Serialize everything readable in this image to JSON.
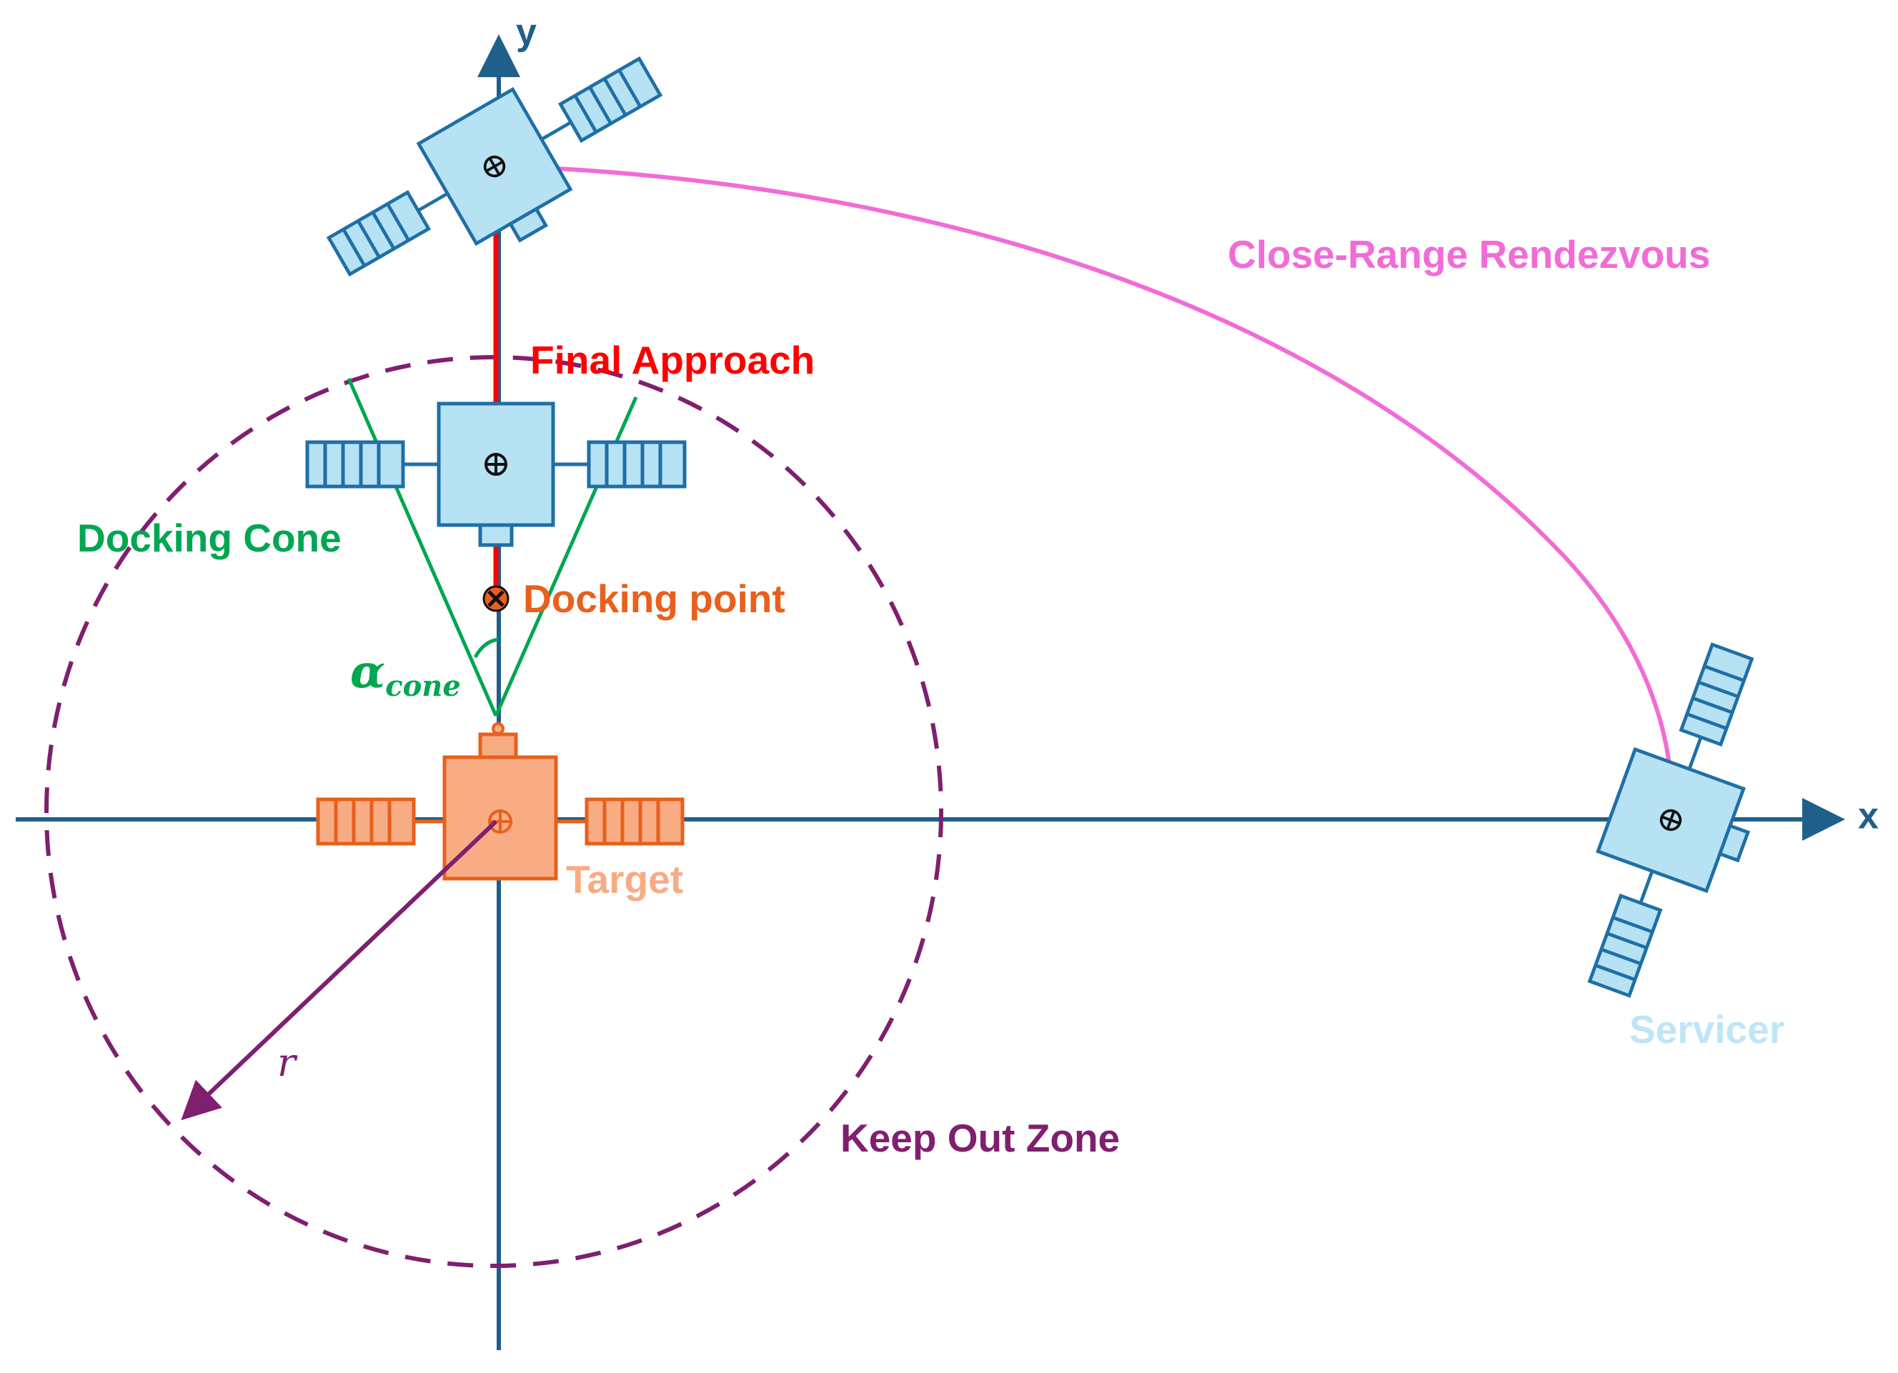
{
  "axes": {
    "x_label": "x",
    "y_label": "y"
  },
  "labels": {
    "close_range": "Close-Range Rendezvous",
    "final_approach": "Final Approach",
    "docking_cone": "Docking Cone",
    "docking_point": "Docking point",
    "alpha_symbol": "α",
    "alpha_subscript": "cone",
    "target": "Target",
    "servicer": "Servicer",
    "keep_out_zone": "Keep Out Zone",
    "radius": "r"
  },
  "colors": {
    "axis": "#1f5f8b",
    "spacecraft_blue_fill": "#b7e2f4",
    "spacecraft_blue_stroke": "#1f6fa6",
    "target_fill": "#f8ac84",
    "target_stroke": "#e8601c",
    "final_approach": "#ff0000",
    "close_range": "#f26bd6",
    "docking_cone": "#00a650",
    "docking_point": "#e8601c",
    "keep_out_zone": "#7f1f6f",
    "servicer_label": "#bfe6f6"
  }
}
